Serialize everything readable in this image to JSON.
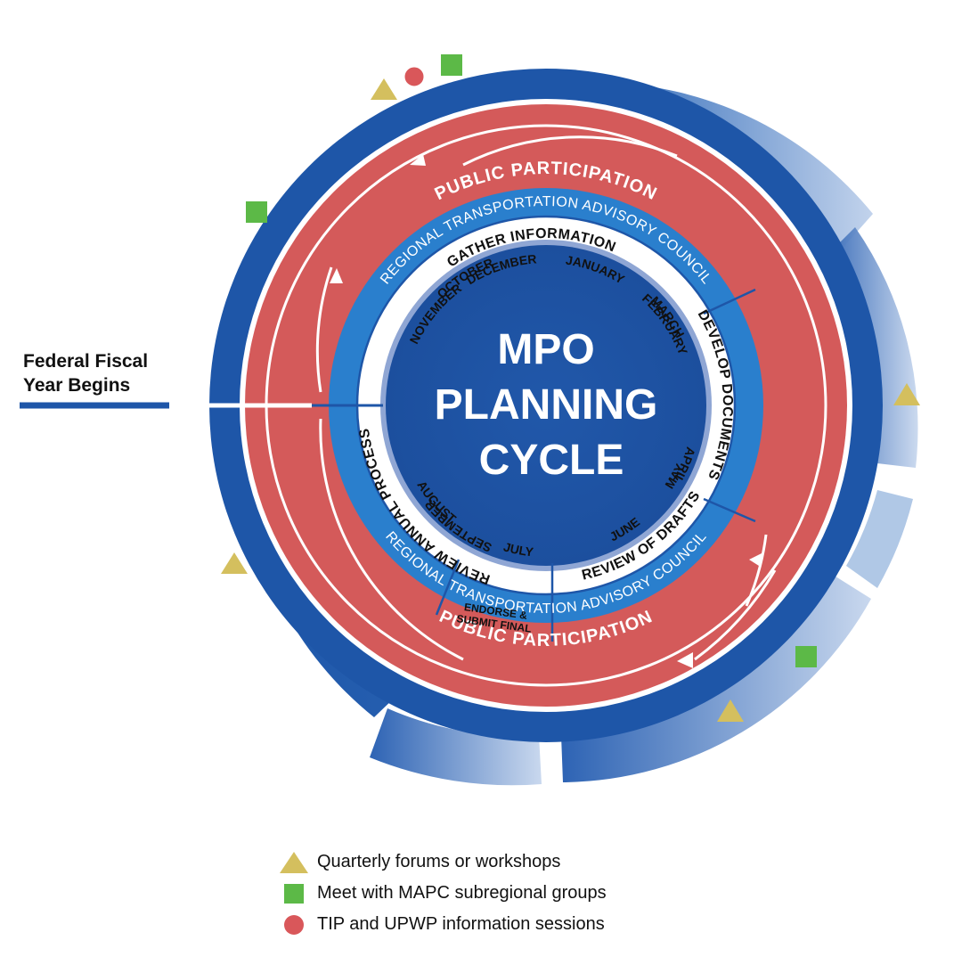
{
  "title": {
    "line1": "MPO",
    "line2": "PLANNING",
    "line3": "CYCLE"
  },
  "callout": {
    "line1": "Federal Fiscal",
    "line2": "Year Begins"
  },
  "rings": {
    "public_participation_top": "PUBLIC PARTICIPATION",
    "public_participation_bottom": "PUBLIC PARTICIPATION",
    "advisory_council_top": "REGIONAL TRANSPORTATION ADVISORY COUNCIL",
    "advisory_council_bottom": "REGIONAL TRANSPORTATION ADVISORY COUNCIL"
  },
  "phases": [
    {
      "id": "gather",
      "label": "GATHER INFORMATION"
    },
    {
      "id": "develop",
      "label": "DEVELOP DOCUMENTS"
    },
    {
      "id": "drafts",
      "label": "REVIEW OF DRAFTS"
    },
    {
      "id": "endorse",
      "line1": "ENDORSE &",
      "line2": "SUBMIT FINAL"
    },
    {
      "id": "review",
      "label": "REVIEW ANNUAL PROCESS"
    }
  ],
  "months": [
    "OCTOBER",
    "NOVEMBER",
    "DECEMBER",
    "JANUARY",
    "FEBRUARY",
    "MARCH",
    "APRIL",
    "MAY",
    "JUNE",
    "JULY",
    "AUGUST",
    "SEPTEMBER"
  ],
  "legend": [
    {
      "icon": "triangle-icon",
      "shape": "triangle",
      "color": "#d4bf5e",
      "label": "Quarterly forums or workshops"
    },
    {
      "icon": "square-icon",
      "shape": "square",
      "color": "#5cb947",
      "label": "Meet with MAPC subregional groups"
    },
    {
      "icon": "circle-icon",
      "shape": "circle",
      "color": "#d9575a",
      "label": "TIP and UPWP information sessions"
    }
  ],
  "colors": {
    "dark_blue": "#1e56a8",
    "mid_blue": "#2a7fcd",
    "light_blue": "#8fb0dc",
    "red": "#d45a5a",
    "triangle": "#d4bf5e",
    "square": "#5cb947",
    "circle": "#d9575a"
  }
}
